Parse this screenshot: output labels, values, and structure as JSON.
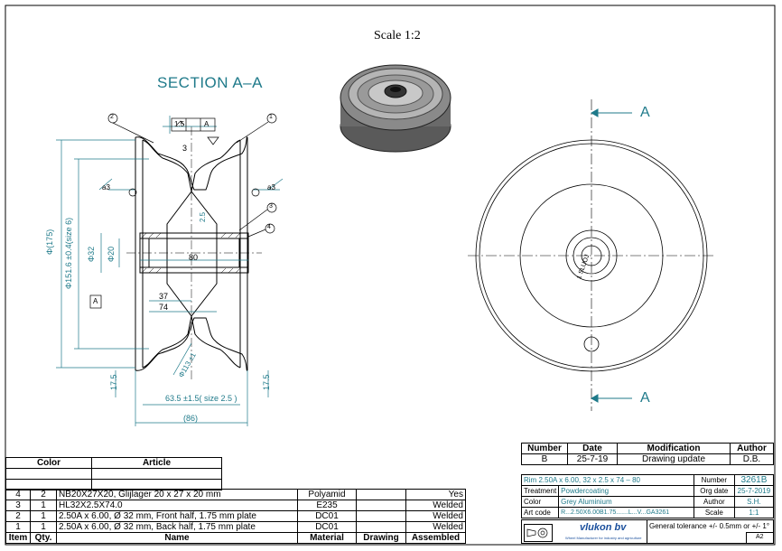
{
  "drawing": {
    "scale_label": "Scale 1:2",
    "section_title": "SECTION A–A",
    "section_marker": "A",
    "dims": {
      "d175": "Φ(175)",
      "d1516": "Φ151.6 ±0.4(size 6)",
      "d32": "Φ32",
      "d20": "Φ20",
      "len80": "80",
      "len37": "37",
      "len74": "74",
      "r113": "Φ113 ±1",
      "w635": "63.5 ±1.5( size 2.5 )",
      "w86": "(86)",
      "h175l": "17.5",
      "h175r": "17.5",
      "d3": "3",
      "d25": "2.5",
      "a3l": "a3",
      "a3r": "a3",
      "tol_a": "1.5",
      "tol_ref": "A",
      "datum_a": "A",
      "balloons": [
        "1",
        "2",
        "3",
        "4"
      ]
    },
    "side_text": "1 SLUOJ",
    "label_a_top": "A",
    "label_a_bottom": "A"
  },
  "revision": {
    "headers": [
      "Number",
      "Date",
      "Modification",
      "Author"
    ],
    "row": [
      "B",
      "25-7-19",
      "Drawing update",
      "D.B."
    ]
  },
  "info": {
    "description": "Rim 2.50A x 6.00,  32 x 2.5 x 74 – 80",
    "number_label": "Number",
    "number": "3261B",
    "treatment_label": "Treatment",
    "treatment": "Powdercoating",
    "org_date_label": "Org date",
    "org_date": "25-7-2019",
    "color_label": "Color",
    "color": "Grey Aluminium",
    "author_label": "Author",
    "author": "S.H.",
    "artcode_label": "Art code",
    "artcode": "R...2.50X6.00B1.75.......L...V...GA3261",
    "scale_label": "Scale",
    "scale": "1:1",
    "company": "vlukon bv",
    "tagline": "Wheel Manufacturer for industry and agriculture",
    "tolerance": "General tolerance +/- 0.5mm or +/- 1°",
    "sheet": "A2"
  },
  "bom": {
    "color_header": "Color",
    "article_header": "Article",
    "columns": [
      "Item",
      "Qty.",
      "Name",
      "Material",
      "Drawing",
      "Assembled"
    ],
    "rows": [
      {
        "item": "4",
        "qty": "2",
        "name": "NB20X27X20, Glijlager 20 x 27 x 20 mm",
        "material": "Polyamid",
        "drawing": "",
        "assembled": "Yes"
      },
      {
        "item": "3",
        "qty": "1",
        "name": "HL32X2.5X74.0",
        "material": "E235",
        "drawing": "",
        "assembled": "Welded"
      },
      {
        "item": "2",
        "qty": "1",
        "name": "2.50A x 6.00,  Ø 32 mm, Front half, 1.75 mm plate",
        "material": "DC01",
        "drawing": "",
        "assembled": "Welded"
      },
      {
        "item": "1",
        "qty": "1",
        "name": "2.50A x 6.00,  Ø 32 mm, Back half, 1.75 mm plate",
        "material": "DC01",
        "drawing": "",
        "assembled": "Welded"
      }
    ]
  }
}
